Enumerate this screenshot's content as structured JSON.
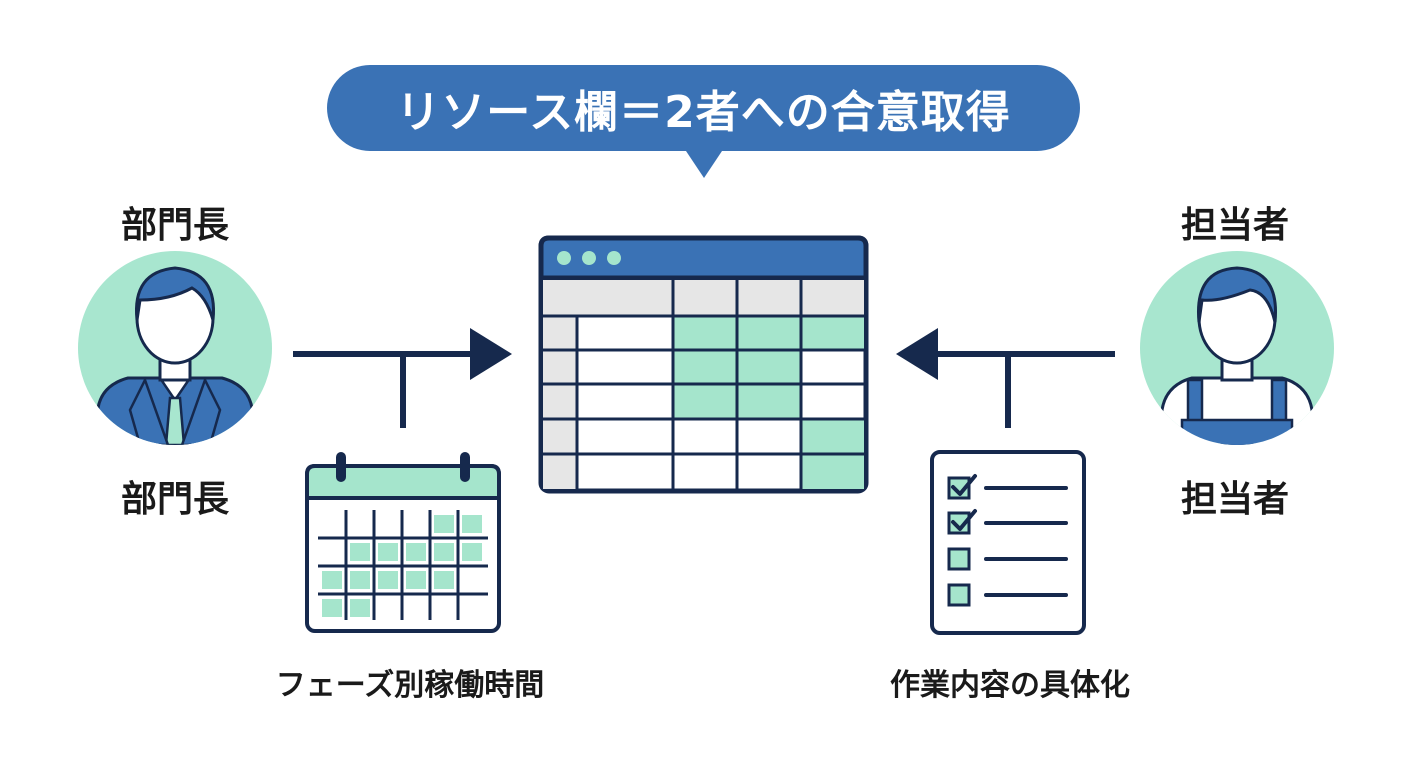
{
  "title": "リソース欄＝2者への合意取得",
  "left": {
    "role_top": "部門長",
    "role_bottom": "部門長",
    "caption": "フェーズ別稼働時間",
    "icon": "manager-avatar-icon"
  },
  "right": {
    "role_top": "担当者",
    "role_bottom": "担当者",
    "caption": "作業内容の具体化",
    "icon": "staff-avatar-icon"
  },
  "center": {
    "icon": "spreadsheet-window-icon"
  },
  "colors": {
    "primary": "#3a72b5",
    "navy": "#16294d",
    "mint": "#a5e5cc",
    "circle": "#a8e6cf",
    "gray": "#e6e6e6"
  }
}
